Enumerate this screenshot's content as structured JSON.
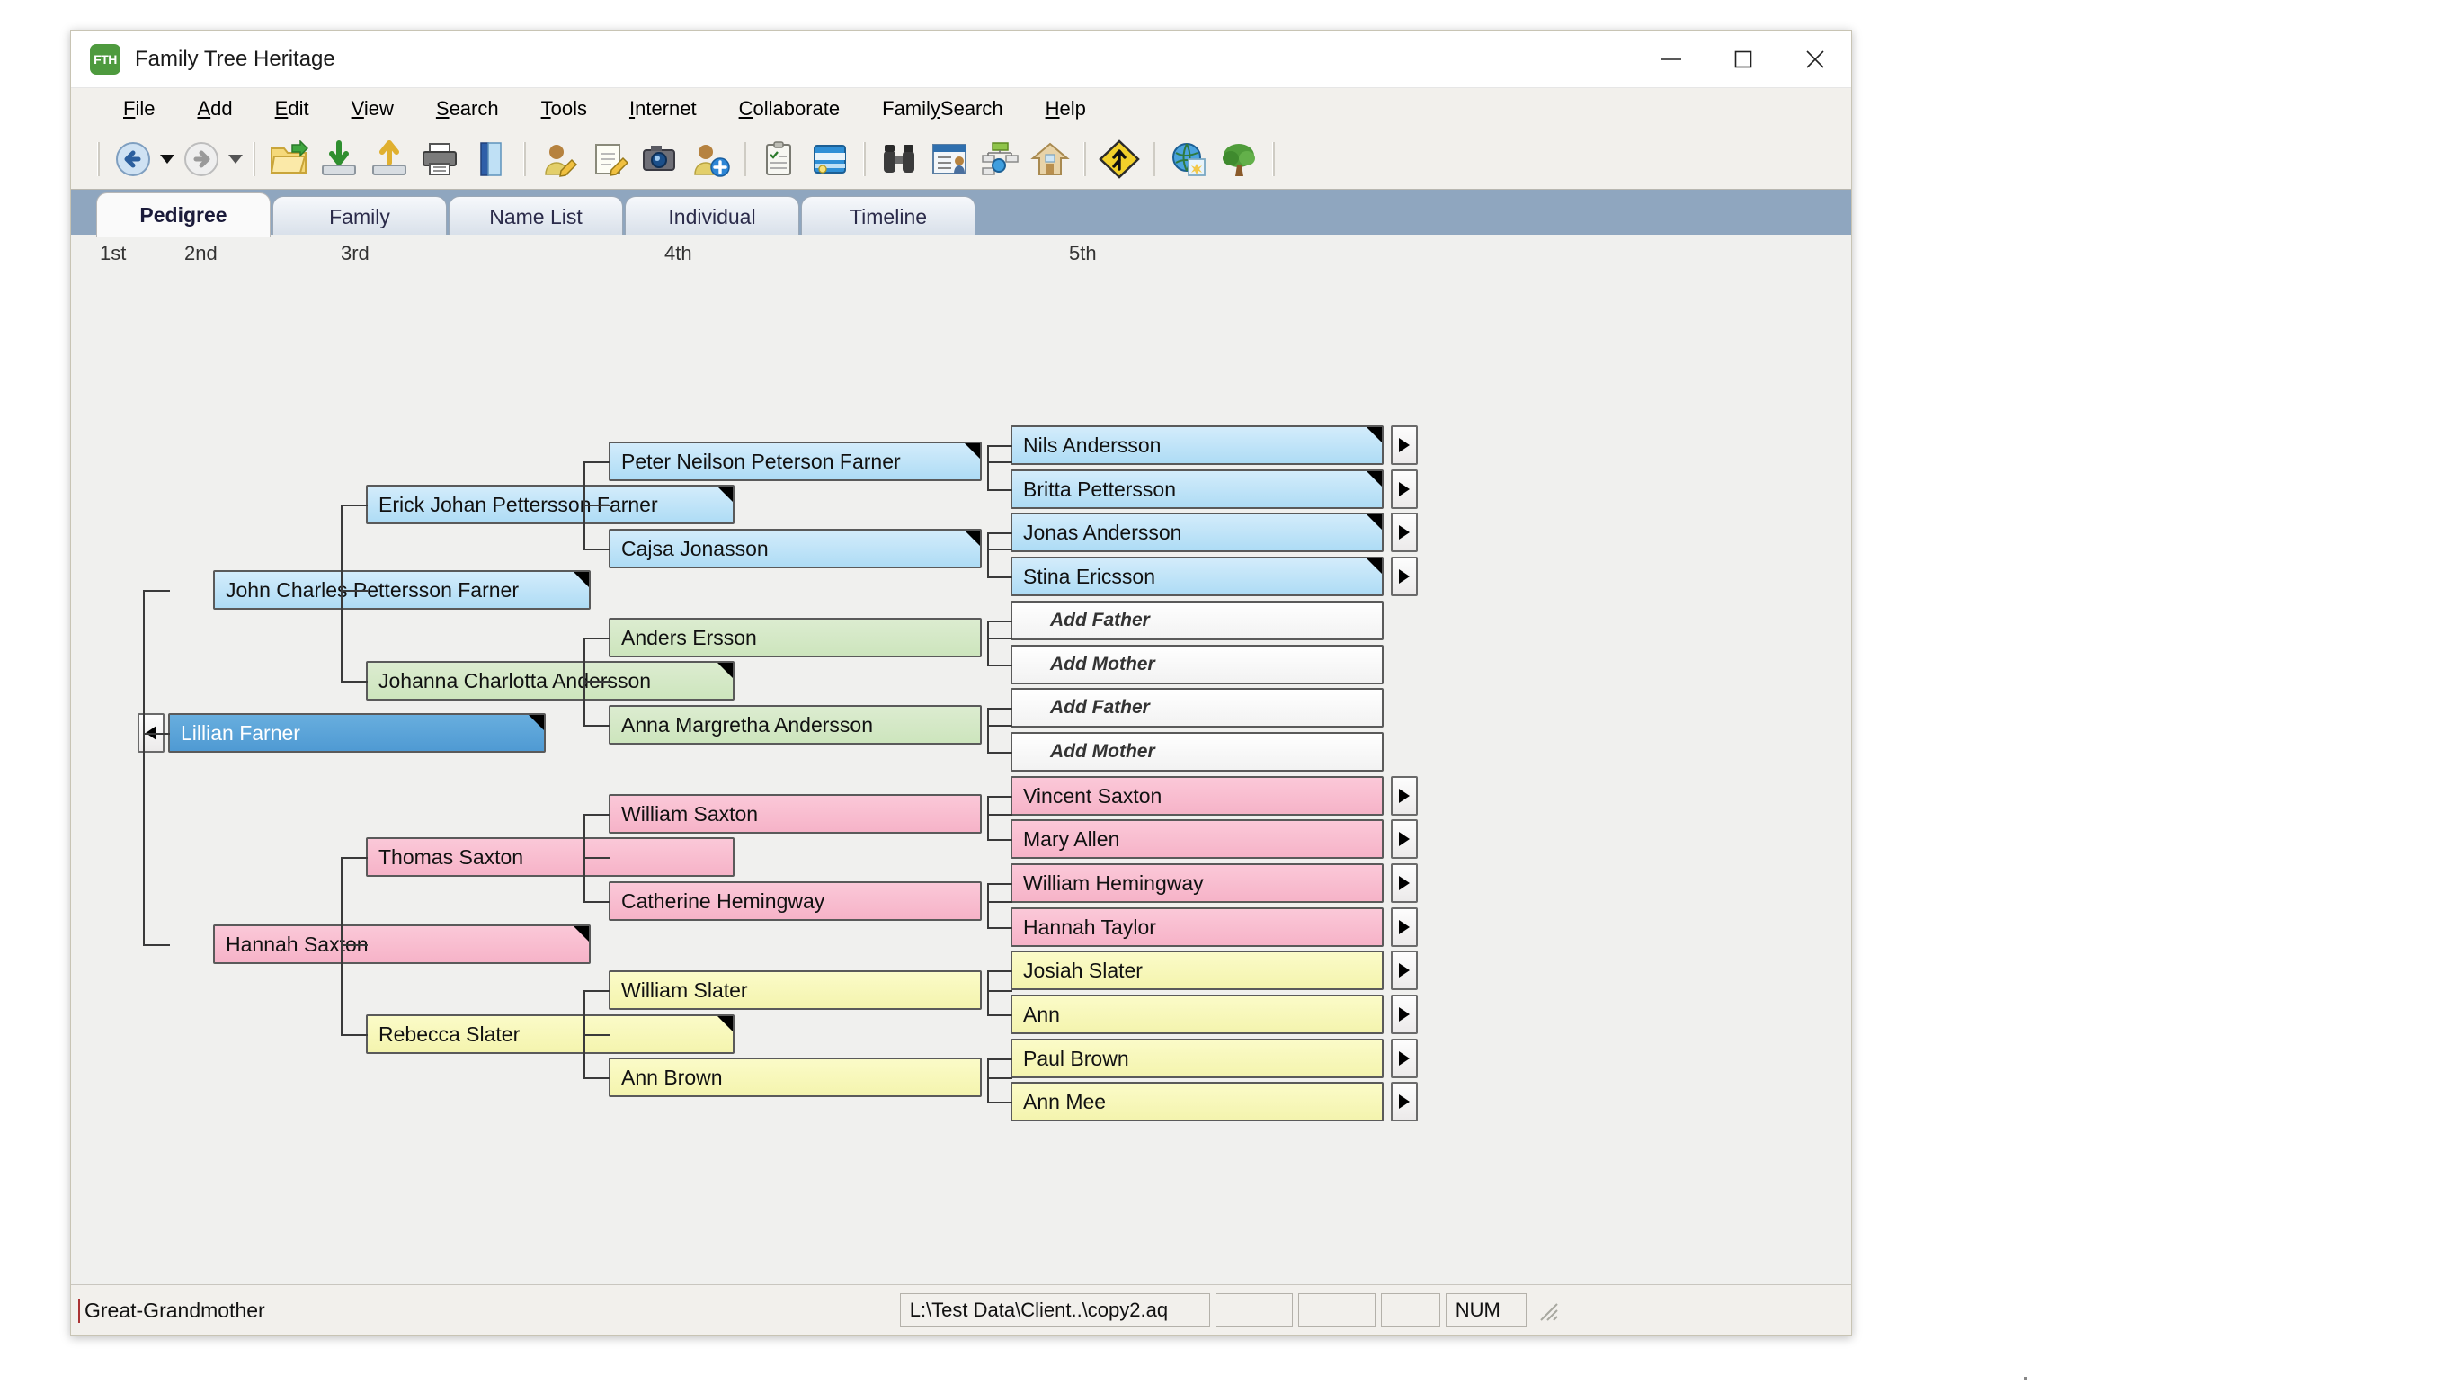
{
  "window": {
    "title": "Family Tree Heritage",
    "icon_label": "FTH",
    "icon": "app-icon-fth",
    "controls": {
      "minimize": "minimize-icon",
      "maximize": "maximize-icon",
      "close": "close-icon"
    }
  },
  "menubar": [
    {
      "label": "File",
      "accel": "F"
    },
    {
      "label": "Add",
      "accel": "A"
    },
    {
      "label": "Edit",
      "accel": "E"
    },
    {
      "label": "View",
      "accel": "V"
    },
    {
      "label": "Search",
      "accel": "S"
    },
    {
      "label": "Tools",
      "accel": "T"
    },
    {
      "label": "Internet",
      "accel": "I"
    },
    {
      "label": "Collaborate",
      "accel": "C"
    },
    {
      "label": "FamilySearch",
      "accel": "y"
    },
    {
      "label": "Help",
      "accel": "H"
    }
  ],
  "toolbar": [
    {
      "name": "back-button",
      "icon": "back-arrow-icon"
    },
    {
      "name": "back-dropdown",
      "icon": "chevron-down-icon"
    },
    {
      "name": "forward-button",
      "icon": "forward-arrow-icon"
    },
    {
      "name": "forward-dropdown",
      "icon": "chevron-down-icon"
    },
    {
      "name": "open-file-button",
      "icon": "open-folder-icon"
    },
    {
      "name": "import-button",
      "icon": "import-disk-icon"
    },
    {
      "name": "export-button",
      "icon": "export-disk-icon"
    },
    {
      "name": "print-button",
      "icon": "printer-icon"
    },
    {
      "name": "book-button",
      "icon": "book-icon"
    },
    {
      "name": "edit-person-button",
      "icon": "person-edit-icon"
    },
    {
      "name": "notes-button",
      "icon": "notepad-pencil-icon"
    },
    {
      "name": "multimedia-button",
      "icon": "camera-icon"
    },
    {
      "name": "add-person-button",
      "icon": "person-add-icon"
    },
    {
      "name": "tasks-button",
      "icon": "clipboard-icon"
    },
    {
      "name": "calendar-button",
      "icon": "calendar-icon"
    },
    {
      "name": "find-button",
      "icon": "binoculars-icon"
    },
    {
      "name": "name-list-button",
      "icon": "person-list-icon"
    },
    {
      "name": "relationship-button",
      "icon": "tree-chart-search-icon"
    },
    {
      "name": "home-button",
      "icon": "home-icon"
    },
    {
      "name": "merge-button",
      "icon": "merge-sign-icon"
    },
    {
      "name": "web-search-button",
      "icon": "globe-page-icon"
    },
    {
      "name": "family-tree-button",
      "icon": "green-tree-icon"
    }
  ],
  "tabs": [
    {
      "label": "Pedigree",
      "active": true
    },
    {
      "label": "Family",
      "active": false
    },
    {
      "label": "Name List",
      "active": false
    },
    {
      "label": "Individual",
      "active": false
    },
    {
      "label": "Timeline",
      "active": false
    }
  ],
  "chart": {
    "generation_labels": [
      "1st",
      "2nd",
      "3rd",
      "4th",
      "5th"
    ],
    "root": {
      "name": "Lillian Farner",
      "color": "selected",
      "selected": true,
      "dogear": true,
      "back_arrow": true
    },
    "gen2": [
      {
        "name": "John Charles Pettersson Farner",
        "color": "blue",
        "dogear": true
      },
      {
        "name": "Hannah Saxton",
        "color": "pink",
        "dogear": true
      }
    ],
    "gen3": [
      {
        "name": "Erick Johan Pettersson Farner",
        "color": "blue",
        "dogear": true
      },
      {
        "name": "Johanna Charlotta Andersson",
        "color": "green",
        "dogear": true
      },
      {
        "name": "Thomas Saxton",
        "color": "pink",
        "dogear": false
      },
      {
        "name": "Rebecca Slater",
        "color": "yellow",
        "dogear": true
      }
    ],
    "gen4": [
      {
        "name": "Peter Neilson Peterson Farner",
        "color": "blue",
        "dogear": true
      },
      {
        "name": "Cajsa Jonasson",
        "color": "blue",
        "dogear": true
      },
      {
        "name": "Anders Ersson",
        "color": "green",
        "dogear": false
      },
      {
        "name": "Anna Margretha Andersson",
        "color": "green",
        "dogear": false
      },
      {
        "name": "William Saxton",
        "color": "pink",
        "dogear": false
      },
      {
        "name": "Catherine Hemingway",
        "color": "pink",
        "dogear": false
      },
      {
        "name": "William Slater",
        "color": "yellow",
        "dogear": false
      },
      {
        "name": "Ann Brown",
        "color": "yellow",
        "dogear": false
      }
    ],
    "gen5": [
      {
        "name": "Nils Andersson",
        "color": "blue",
        "dogear": true,
        "arrow": true
      },
      {
        "name": "Britta Pettersson",
        "color": "blue",
        "dogear": true,
        "arrow": true
      },
      {
        "name": "Jonas Andersson",
        "color": "blue",
        "dogear": true,
        "arrow": true
      },
      {
        "name": "Stina Ericsson",
        "color": "blue",
        "dogear": true,
        "arrow": true
      },
      {
        "name": "Add Father",
        "color": "empty",
        "dogear": false,
        "arrow": false
      },
      {
        "name": "Add Mother",
        "color": "empty",
        "dogear": false,
        "arrow": false
      },
      {
        "name": "Add Father",
        "color": "empty",
        "dogear": false,
        "arrow": false
      },
      {
        "name": "Add Mother",
        "color": "empty",
        "dogear": false,
        "arrow": false
      },
      {
        "name": "Vincent Saxton",
        "color": "pink",
        "dogear": false,
        "arrow": true
      },
      {
        "name": "Mary Allen",
        "color": "pink",
        "dogear": false,
        "arrow": true
      },
      {
        "name": "William Hemingway",
        "color": "pink",
        "dogear": false,
        "arrow": true
      },
      {
        "name": "Hannah Taylor",
        "color": "pink",
        "dogear": false,
        "arrow": true
      },
      {
        "name": "Josiah Slater",
        "color": "yellow",
        "dogear": false,
        "arrow": true
      },
      {
        "name": "Ann",
        "color": "yellow",
        "dogear": false,
        "arrow": true
      },
      {
        "name": "Paul Brown",
        "color": "yellow",
        "dogear": false,
        "arrow": true
      },
      {
        "name": "Ann Mee",
        "color": "yellow",
        "dogear": false,
        "arrow": true
      }
    ]
  },
  "statusbar": {
    "relationship": "Great-Grandmother",
    "file_path": "L:\\Test Data\\Client..\\copy2.aq",
    "cell2": "",
    "cell3": "",
    "cell4": "",
    "num_lock": "NUM"
  },
  "colors": {
    "selected_blue": "#4f9ad3",
    "paternal_blue": "#aedcf5",
    "green": "#cde5bd",
    "pink": "#f6b3c8",
    "yellow": "#f4f4ae",
    "tabstrip": "#8fa6bf"
  }
}
